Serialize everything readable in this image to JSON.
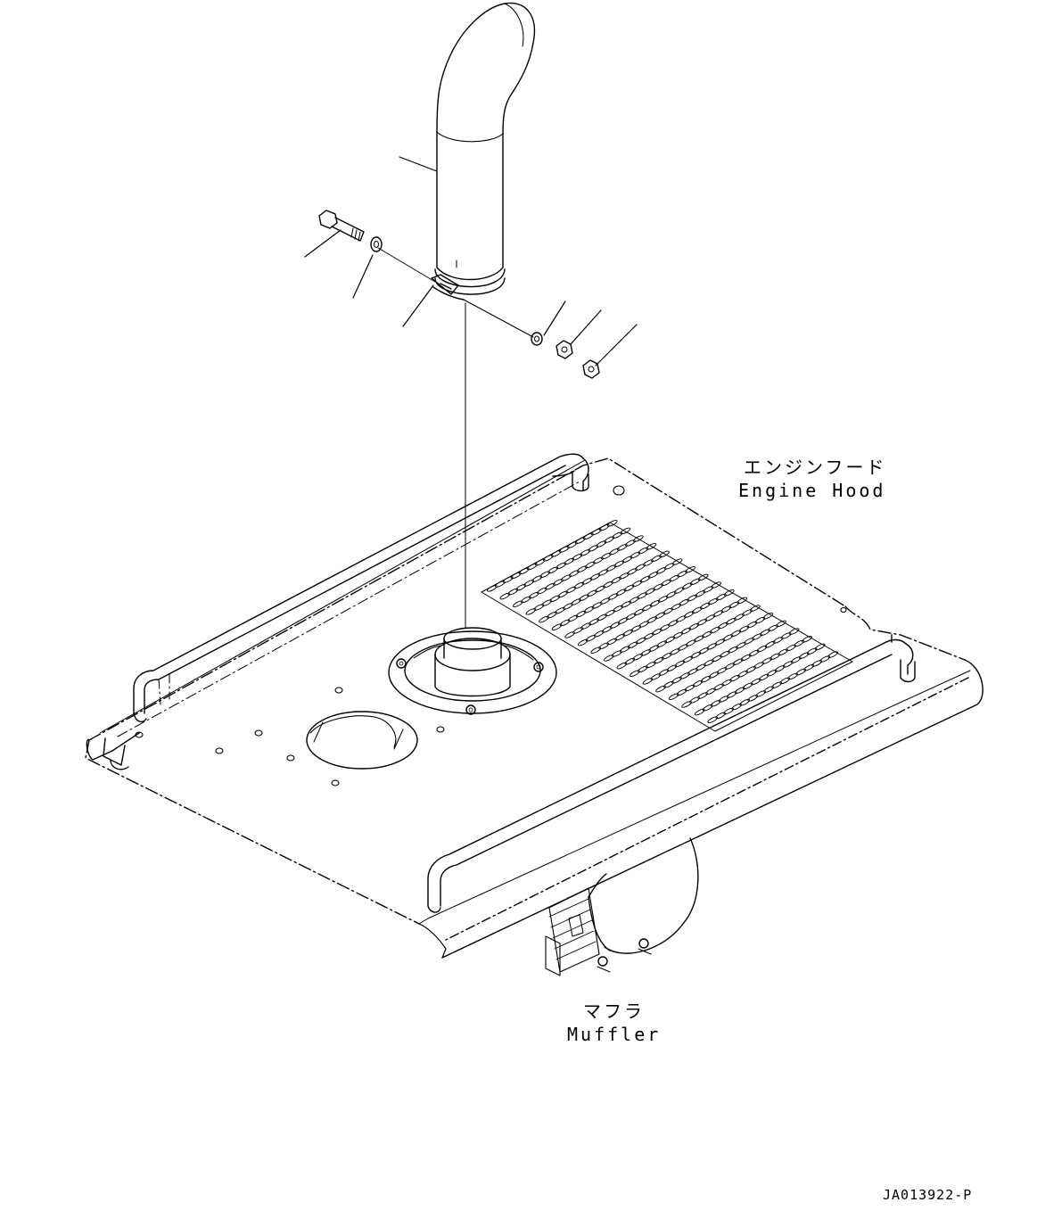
{
  "labels": {
    "engine_hood_jp": "エンジンフード",
    "engine_hood_en": "Engine Hood",
    "muffler_jp": "マフラ",
    "muffler_en": "Muffler",
    "drawing_code": "JA013922-P"
  }
}
